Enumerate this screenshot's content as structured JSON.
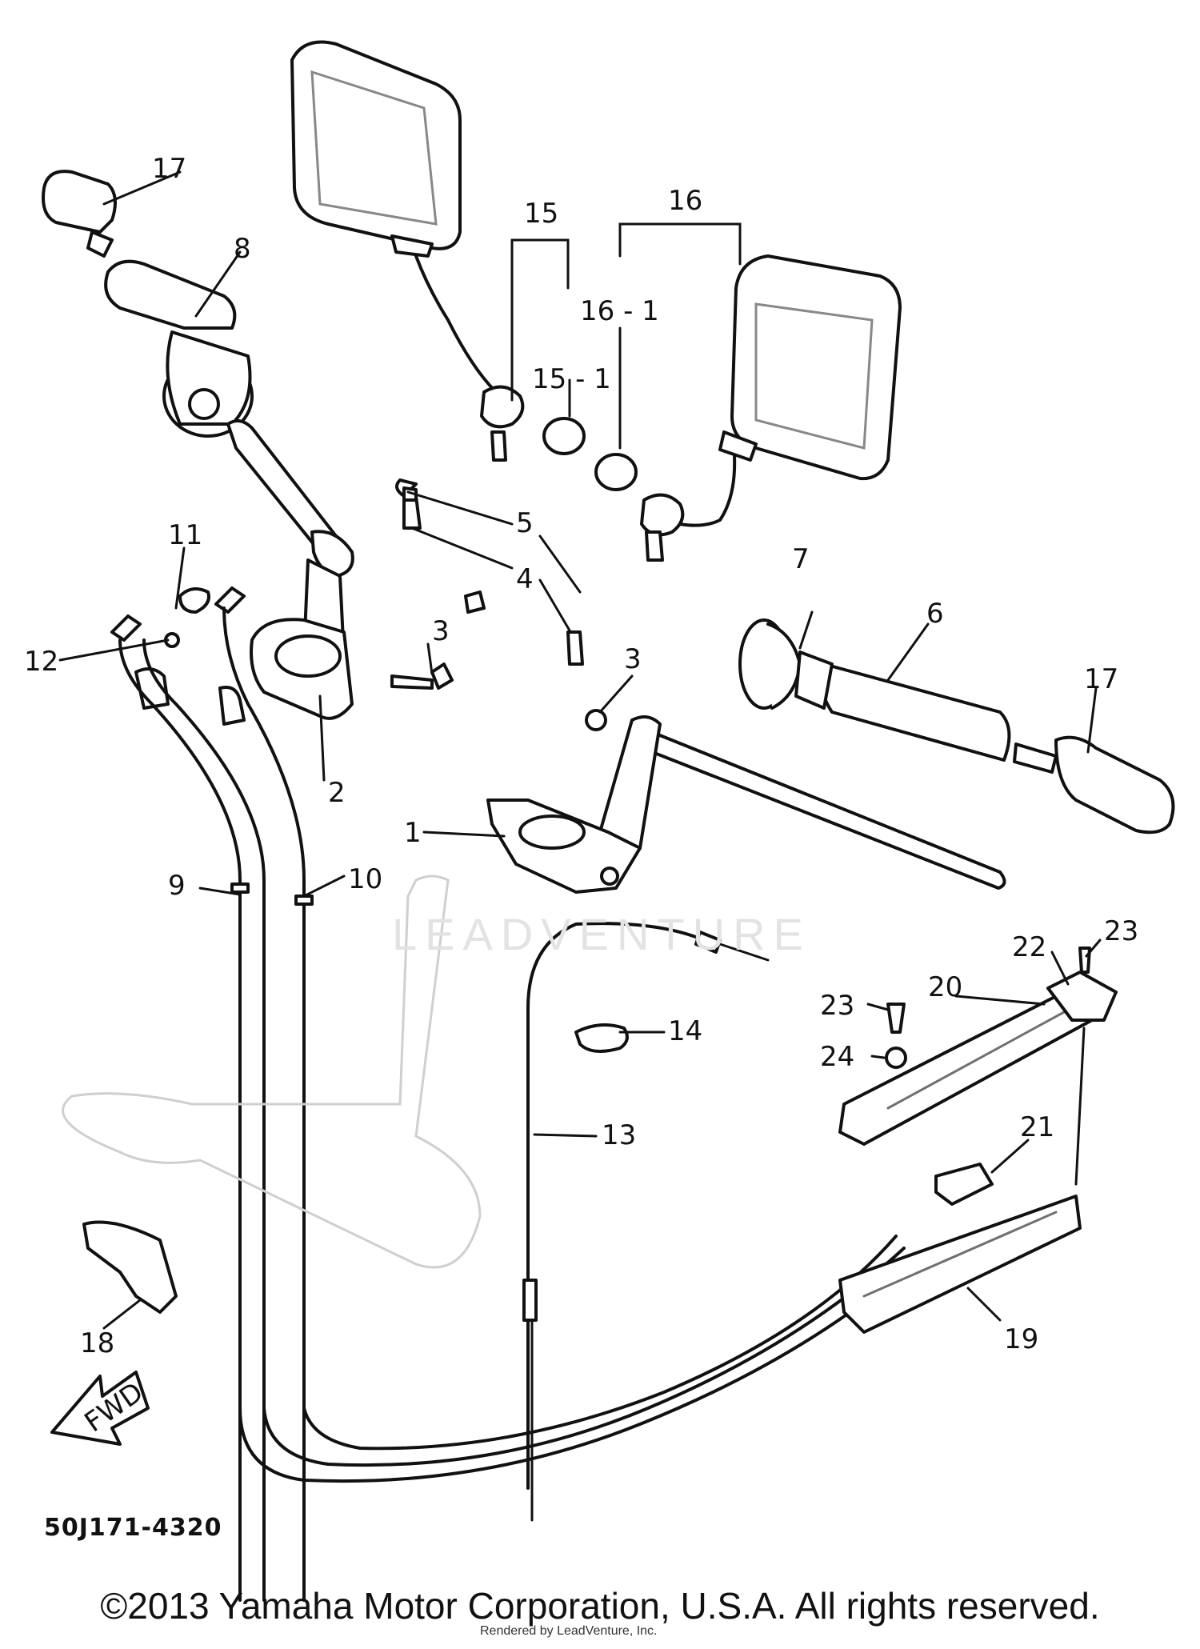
{
  "diagram": {
    "callouts": [
      "1",
      "2",
      "3",
      "3",
      "4",
      "5",
      "6",
      "7",
      "8",
      "9",
      "10",
      "11",
      "12",
      "13",
      "14",
      "15",
      "15 - 1",
      "16",
      "16 - 1",
      "17",
      "17",
      "18",
      "19",
      "20",
      "21",
      "22",
      "23",
      "23",
      "24"
    ],
    "fwd_label": "FWD",
    "drawing_code": "50J171-4320",
    "watermark": "LEADVENTURE",
    "copyright": "©2013 Yamaha Motor Corporation, U.S.A. All rights reserved.",
    "rendered_by": "Rendered by LeadVenture, Inc."
  }
}
